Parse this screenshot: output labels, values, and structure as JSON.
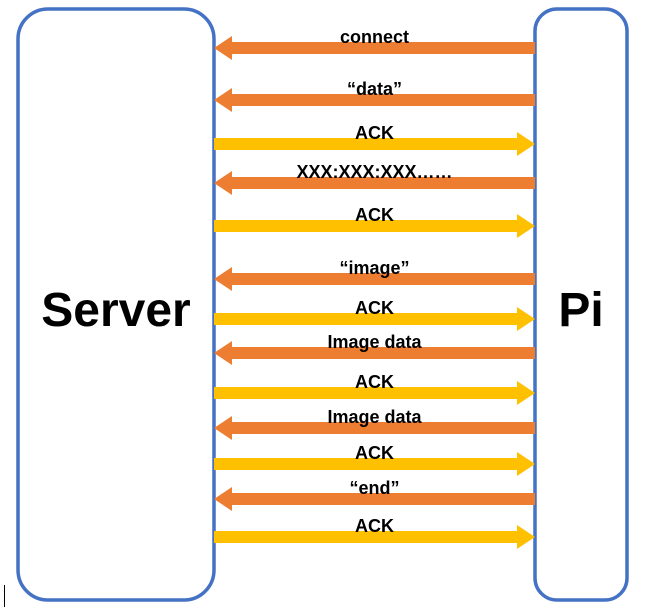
{
  "participants": {
    "left": {
      "label": "Server"
    },
    "right": {
      "label": "Pi"
    }
  },
  "colors": {
    "border": "#4472c4",
    "to_server": "#ed7d31",
    "to_pi": "#ffc000"
  },
  "messages": [
    {
      "label": "connect",
      "direction": "to_server"
    },
    {
      "label": "“data”",
      "direction": "to_server"
    },
    {
      "label": "ACK",
      "direction": "to_pi"
    },
    {
      "label": "XXX:XXX:XXX……",
      "direction": "to_server"
    },
    {
      "label": "ACK",
      "direction": "to_pi"
    },
    {
      "label": "“image”",
      "direction": "to_server"
    },
    {
      "label": "ACK",
      "direction": "to_pi"
    },
    {
      "label": "Image data",
      "direction": "to_server"
    },
    {
      "label": "ACK",
      "direction": "to_pi"
    },
    {
      "label": "Image data",
      "direction": "to_server"
    },
    {
      "label": "ACK",
      "direction": "to_pi"
    },
    {
      "label": "“end”",
      "direction": "to_server"
    },
    {
      "label": "ACK",
      "direction": "to_pi"
    }
  ]
}
